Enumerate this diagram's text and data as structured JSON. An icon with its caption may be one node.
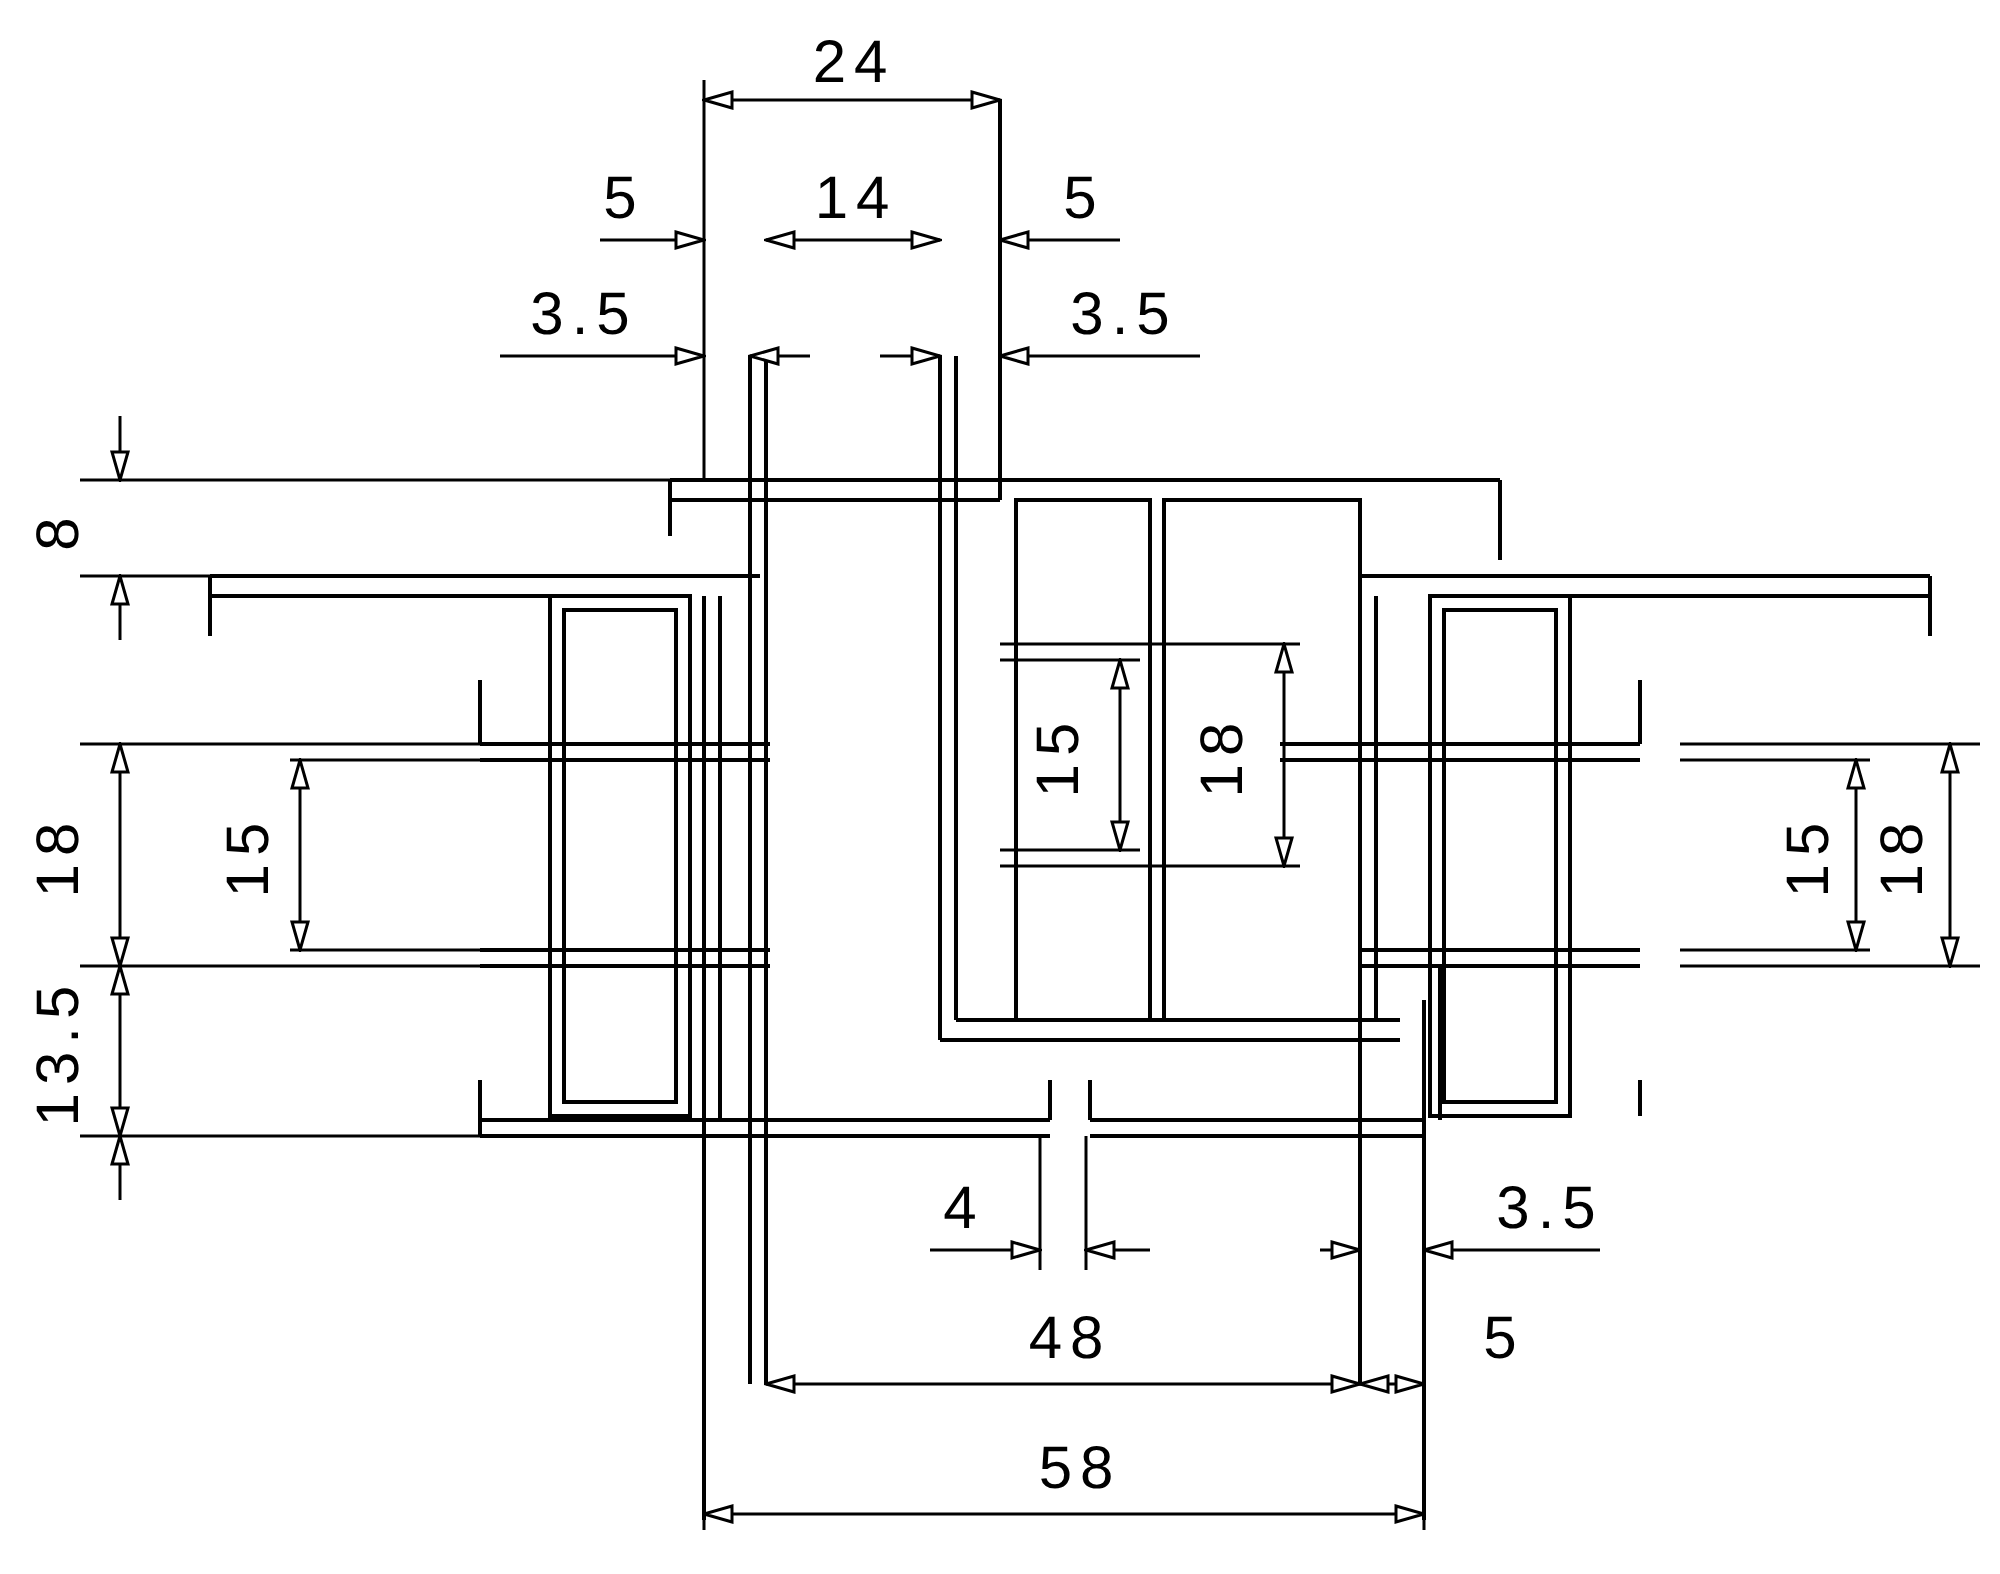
{
  "diagram": {
    "labels": [
      "24",
      "5",
      "14",
      "5",
      "3.5",
      "3.5",
      "8",
      "15",
      "18",
      "18",
      "15",
      "15",
      "18",
      "13.5",
      "4",
      "3.5",
      "48",
      "5",
      "58"
    ]
  }
}
